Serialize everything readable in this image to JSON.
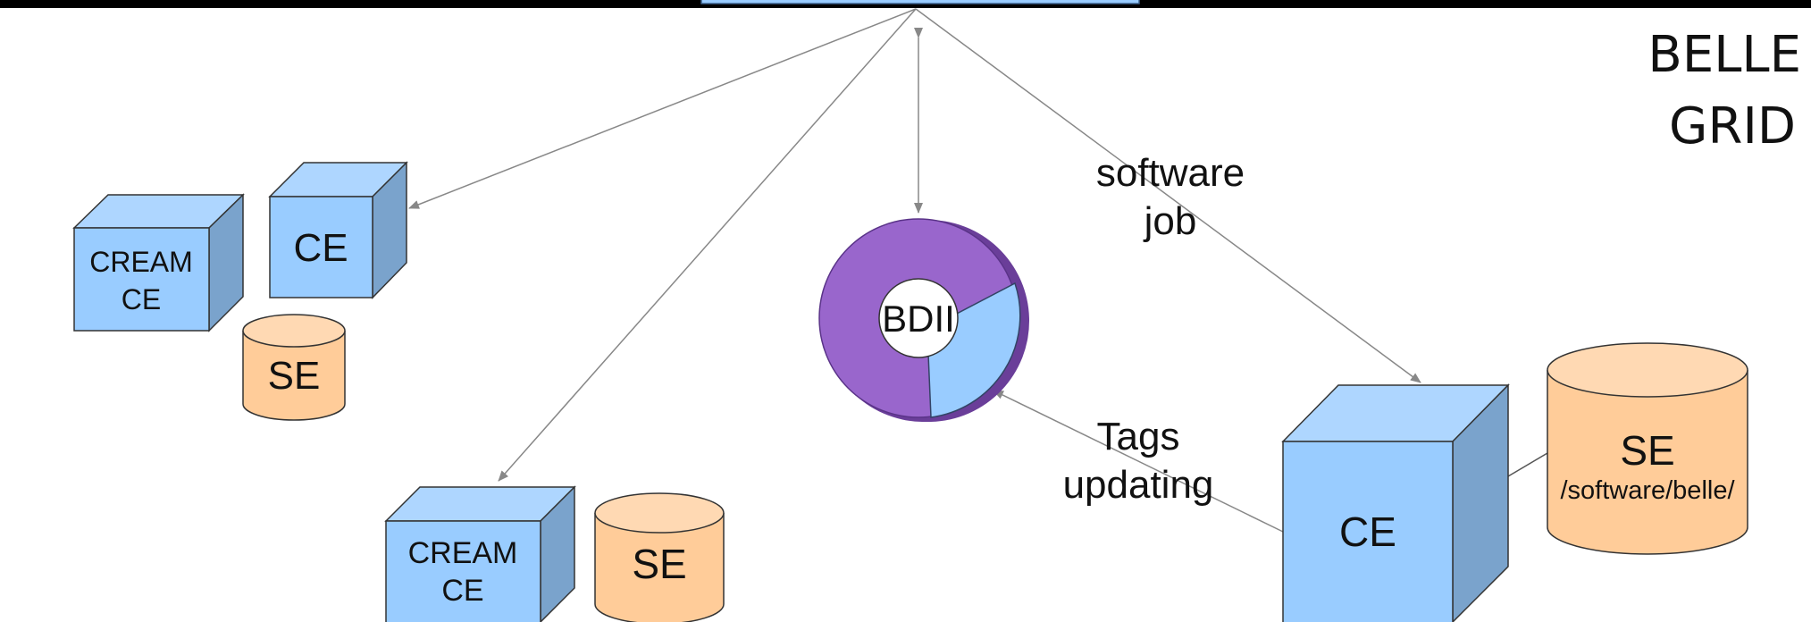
{
  "title": {
    "line1": "BELLE",
    "line2": "GRID"
  },
  "nodes": {
    "left_cream_ce": {
      "line1": "CREAM",
      "line2": "CE"
    },
    "left_ce": {
      "label": "CE"
    },
    "left_se": {
      "label": "SE"
    },
    "bottom_cream_ce": {
      "line1": "CREAM",
      "line2": "CE"
    },
    "bottom_se": {
      "label": "SE"
    },
    "bdii": {
      "label": "BDII"
    },
    "right_ce": {
      "label": "CE"
    },
    "right_se": {
      "label": "SE",
      "path": "/software/belle/"
    }
  },
  "edges": {
    "software_job": {
      "line1": "software",
      "line2": "job"
    },
    "tags_updating": {
      "line1": "Tags",
      "line2": "updating"
    }
  },
  "colors": {
    "cube_front": "#99ccff",
    "cube_top": "#aed6ff",
    "cube_side": "#7aa3cc",
    "cylinder": "#ffcc99",
    "cylinder_top": "#ffe0c2",
    "donut_main": "#9966cc",
    "donut_slice": "#99ccff",
    "arrow": "#888888"
  }
}
